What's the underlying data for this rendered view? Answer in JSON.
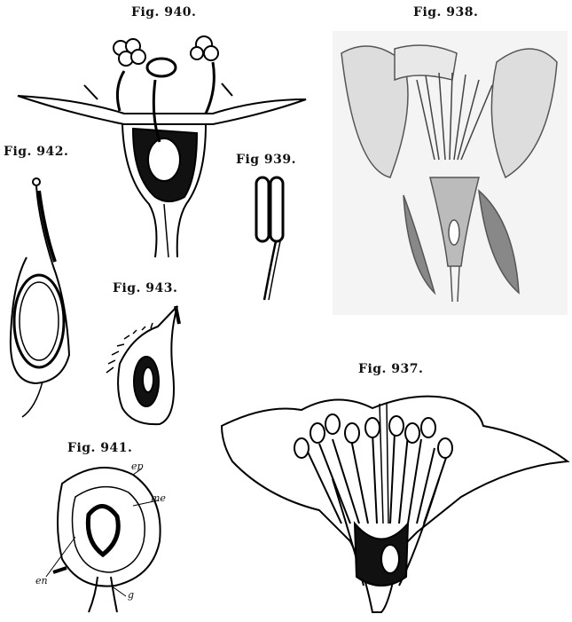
{
  "figures": [
    {
      "id": "fig940",
      "caption": "Fig. 940."
    },
    {
      "id": "fig938",
      "caption": "Fig. 938."
    },
    {
      "id": "fig942",
      "caption": "Fig. 942."
    },
    {
      "id": "fig939",
      "caption": "Fig 939."
    },
    {
      "id": "fig943",
      "caption": "Fig. 943."
    },
    {
      "id": "fig937",
      "caption": "Fig. 937."
    },
    {
      "id": "fig941",
      "caption": "Fig. 941."
    }
  ],
  "labels941": {
    "ep": "ep",
    "me": "me",
    "en": "en",
    "g": "g"
  }
}
